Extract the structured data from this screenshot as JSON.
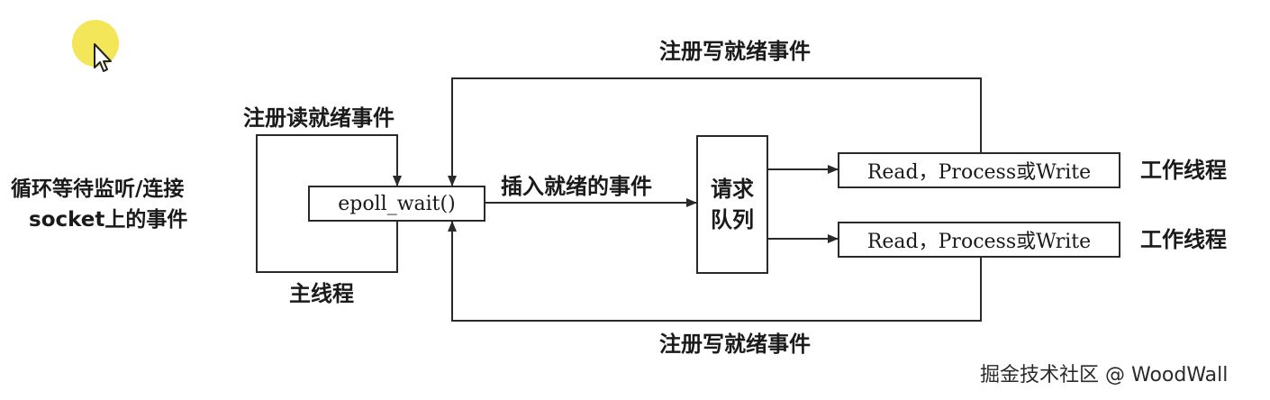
{
  "labels": {
    "register_write_top": "注册写就绪事件",
    "register_read": "注册读就绪事件",
    "loop_wait_line1": "循环等待监听/连接",
    "loop_wait_line2": "socket上的事件",
    "main_thread": "主线程",
    "insert_ready_events": "插入就绪的事件",
    "register_write_bottom": "注册写就绪事件",
    "worker_thread_1": "工作线程",
    "worker_thread_2": "工作线程"
  },
  "nodes": {
    "epoll_wait": "epoll_wait()",
    "request_queue_line1": "请求",
    "request_queue_line2": "队列",
    "worker_task_1": "Read，Process或Write",
    "worker_task_2": "Read，Process或Write"
  },
  "watermark": "掘金技术社区 @ WoodWall",
  "colors": {
    "stroke": "#2a2a2a",
    "text": "#1a1a1a",
    "cursor_highlight": "#f2e23c"
  },
  "icons": {
    "cursor": "mouse-pointer-icon"
  }
}
